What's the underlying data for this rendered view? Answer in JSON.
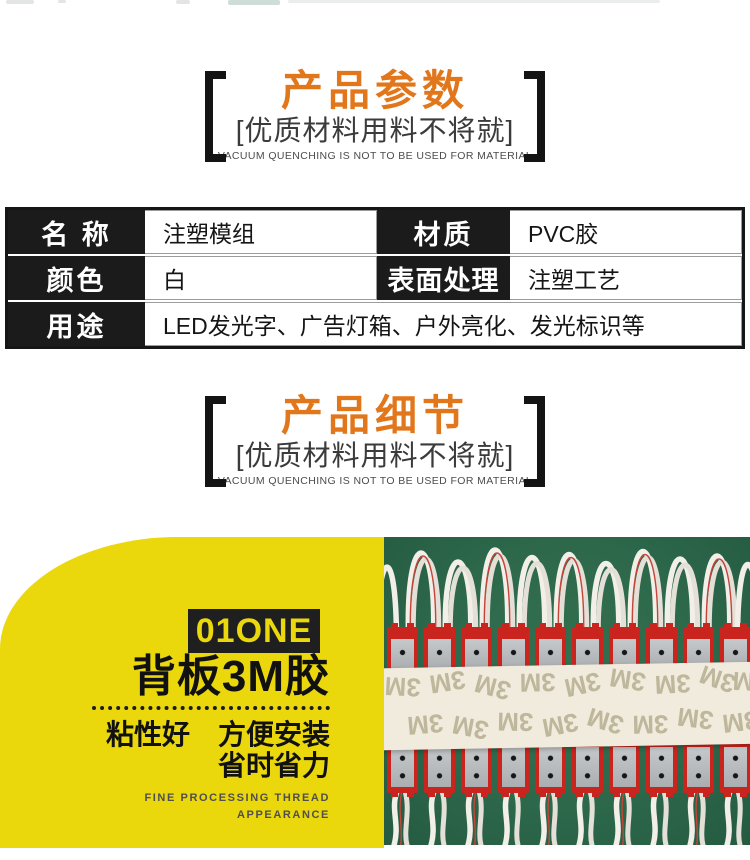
{
  "colors": {
    "accent_orange": "#E2761B",
    "panel_yellow": "#EAD70C",
    "table_cell_black": "#1B1B1B",
    "photo_green": "#2D684B",
    "module_red": "#C9241E",
    "plate_silver": "#B7B9BB",
    "tape_cream": "#F0EBDC",
    "tape_logo_tan": "#BFB79C"
  },
  "section_params": {
    "title": "产品参数",
    "subtitle": "[优质材料用料不将就]",
    "caption": "VACUUM QUENCHING IS NOT TO BE USED FOR MATERIAL"
  },
  "section_details": {
    "title": "产品细节",
    "subtitle": "[优质材料用料不将就]",
    "caption": "VACUUM QUENCHING IS NOT TO BE USED FOR MATERIAL"
  },
  "spec_table": {
    "row1": {
      "label1": "名 称",
      "value1": "注塑模组",
      "label2": "材质",
      "value2": "PVC胶"
    },
    "row2": {
      "label1": "颜色",
      "value1": "白",
      "label2": "表面处理",
      "value2": "注塑工艺"
    },
    "row3": {
      "label": "用途",
      "value": "LED发光字、广告灯箱、户外亮化、发光标识等"
    }
  },
  "feature": {
    "badge": "01ONE",
    "heading": "背板3M胶",
    "line1": "粘性好　方便安装",
    "line2": "省时省力",
    "caption_line1": "FINE PROCESSING THREAD",
    "caption_line2": "APPEARANCE"
  },
  "photo": {
    "tape_logo": "3M"
  }
}
